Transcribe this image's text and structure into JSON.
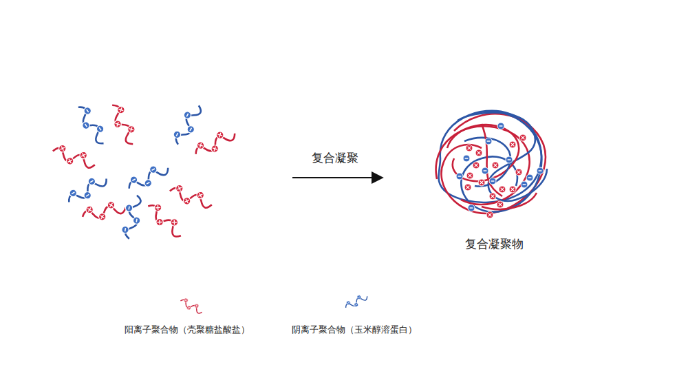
{
  "diagram": {
    "labels": [
      "复合凝聚",
      "复合凝聚物"
    ],
    "legend": [
      {
        "text": "阳离子聚合物（壳聚糖盐酸盐）"
      },
      {
        "text": "阴离子聚合物（玉米醇溶蛋白）"
      }
    ]
  }
}
